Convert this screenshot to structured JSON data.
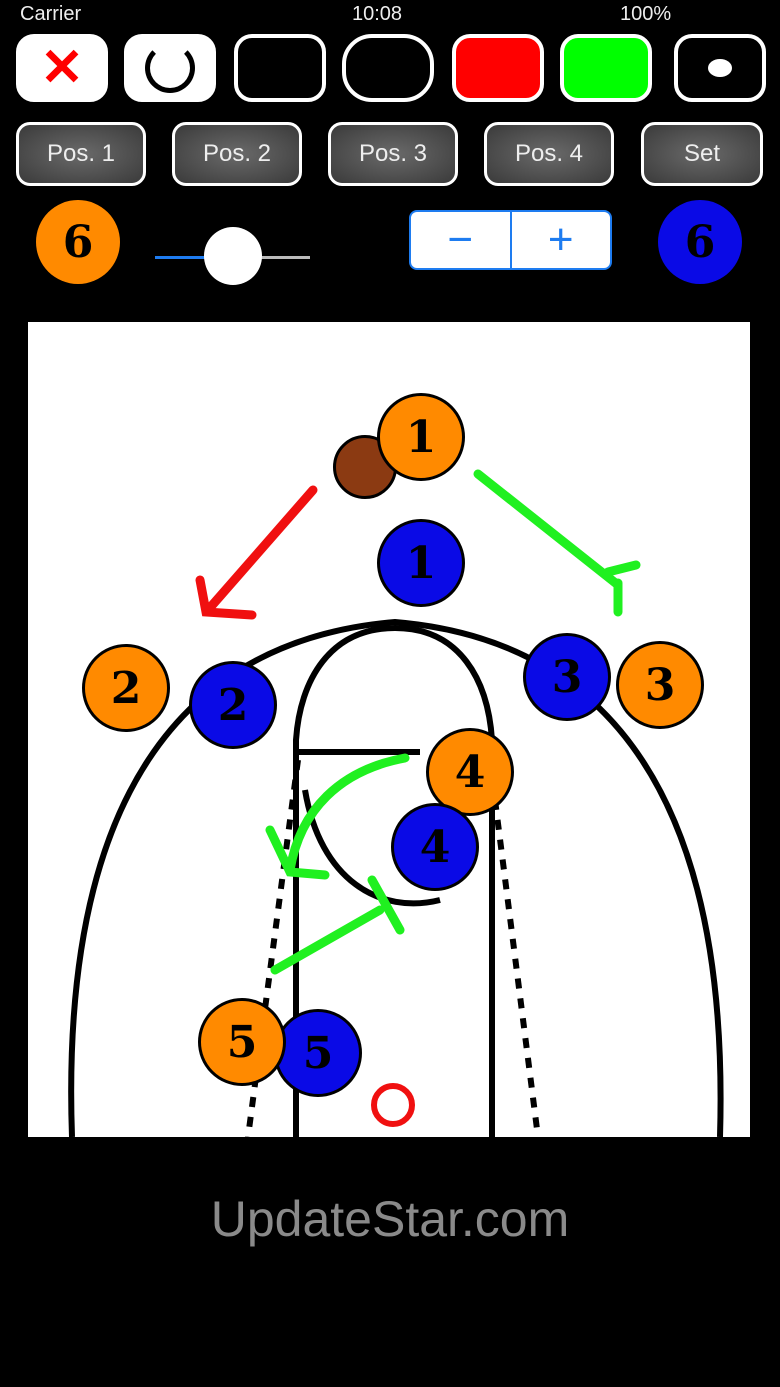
{
  "status_bar": {
    "carrier": "Carrier",
    "time": "10:08",
    "battery": "100%"
  },
  "toolbar": {
    "tools": [
      {
        "name": "clear"
      },
      {
        "name": "undo"
      },
      {
        "name": "rectangle"
      },
      {
        "name": "rounded-rectangle"
      },
      {
        "name": "red-pen",
        "color": "#ff0000"
      },
      {
        "name": "green-pen",
        "color": "#00ff00"
      },
      {
        "name": "camera"
      }
    ]
  },
  "positions": {
    "buttons": [
      "Pos. 1",
      "Pos. 2",
      "Pos. 3",
      "Pos. 4",
      "Set"
    ]
  },
  "controls": {
    "orange_count": "6",
    "blue_count": "6",
    "slider_value": 0.5,
    "minus": "−",
    "plus": "+"
  },
  "court": {
    "watermark": "UpdateStar.com",
    "orange_players": [
      "1",
      "2",
      "3",
      "4",
      "5"
    ],
    "blue_players": [
      "1",
      "2",
      "3",
      "4",
      "5"
    ]
  }
}
